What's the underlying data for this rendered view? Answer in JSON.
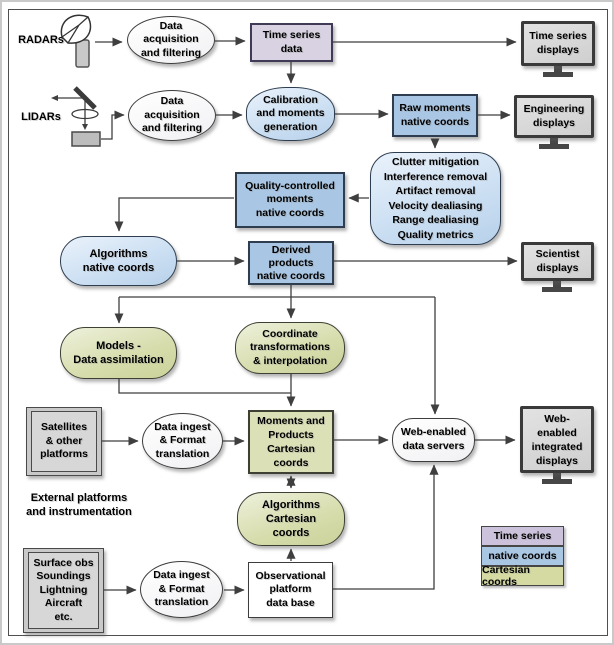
{
  "nodes": {
    "radars": "RADARs",
    "lidars": "LIDARs",
    "daf_radar": "Data\nacquisition\nand filtering",
    "daf_lidar": "Data\nacquisition\nand filtering",
    "ts_data": "Time series\ndata",
    "ts_displays": "Time series\ndisplays",
    "calibration": "Calibration\nand moments\ngeneration",
    "raw_moments": "Raw moments\nnative coords",
    "eng_displays": "Engineering\ndisplays",
    "qc_processes": "Clutter mitigation\nInterference removal\nArtifact removal\nVelocity dealiasing\nRange dealiasing\nQuality metrics",
    "qc_moments": "Quality-controlled\nmoments\nnative coords",
    "alg_native": "Algorithms\nnative coords",
    "derived": "Derived\nproducts\nnative coords",
    "sci_displays": "Scientist\ndisplays",
    "models": "Models -\nData assimilation",
    "coord_trans": "Coordinate\ntransformations\n& interpolation",
    "satellites": "Satellites\n& other\nplatforms",
    "ingest_sat": "Data ingest\n& Format\ntranslation",
    "moments_cart": "Moments and\nProducts\nCartesian\ncoords",
    "web_servers": "Web-enabled\ndata servers",
    "web_displays": "Web-\nenabled\nintegrated\ndisplays",
    "ext_platforms": "External platforms\nand instrumentation",
    "alg_cart": "Algorithms\nCartesian\ncoords",
    "surface": "Surface obs\nSoundings\nLightning\nAircraft\netc.",
    "ingest_surface": "Data ingest\n& Format\ntranslation",
    "obs_db": "Observational\nplatform\ndata base"
  },
  "legend": {
    "items": [
      {
        "label": "Time series",
        "color": "#cdc2dc"
      },
      {
        "label": "native coords",
        "color": "#a9c6e3"
      },
      {
        "label": "Cartesian coords",
        "color": "#d5daa2"
      }
    ]
  },
  "icons": {
    "radar": "radar-dish-icon",
    "lidar": "lidar-instrument-icon",
    "display": "monitor-icon"
  },
  "colors": {
    "time_series": "#d8d2e2",
    "native_coords": "#a9c7e4",
    "cartesian_coords": "#dce0b6",
    "connector": "#3f3f3f"
  }
}
